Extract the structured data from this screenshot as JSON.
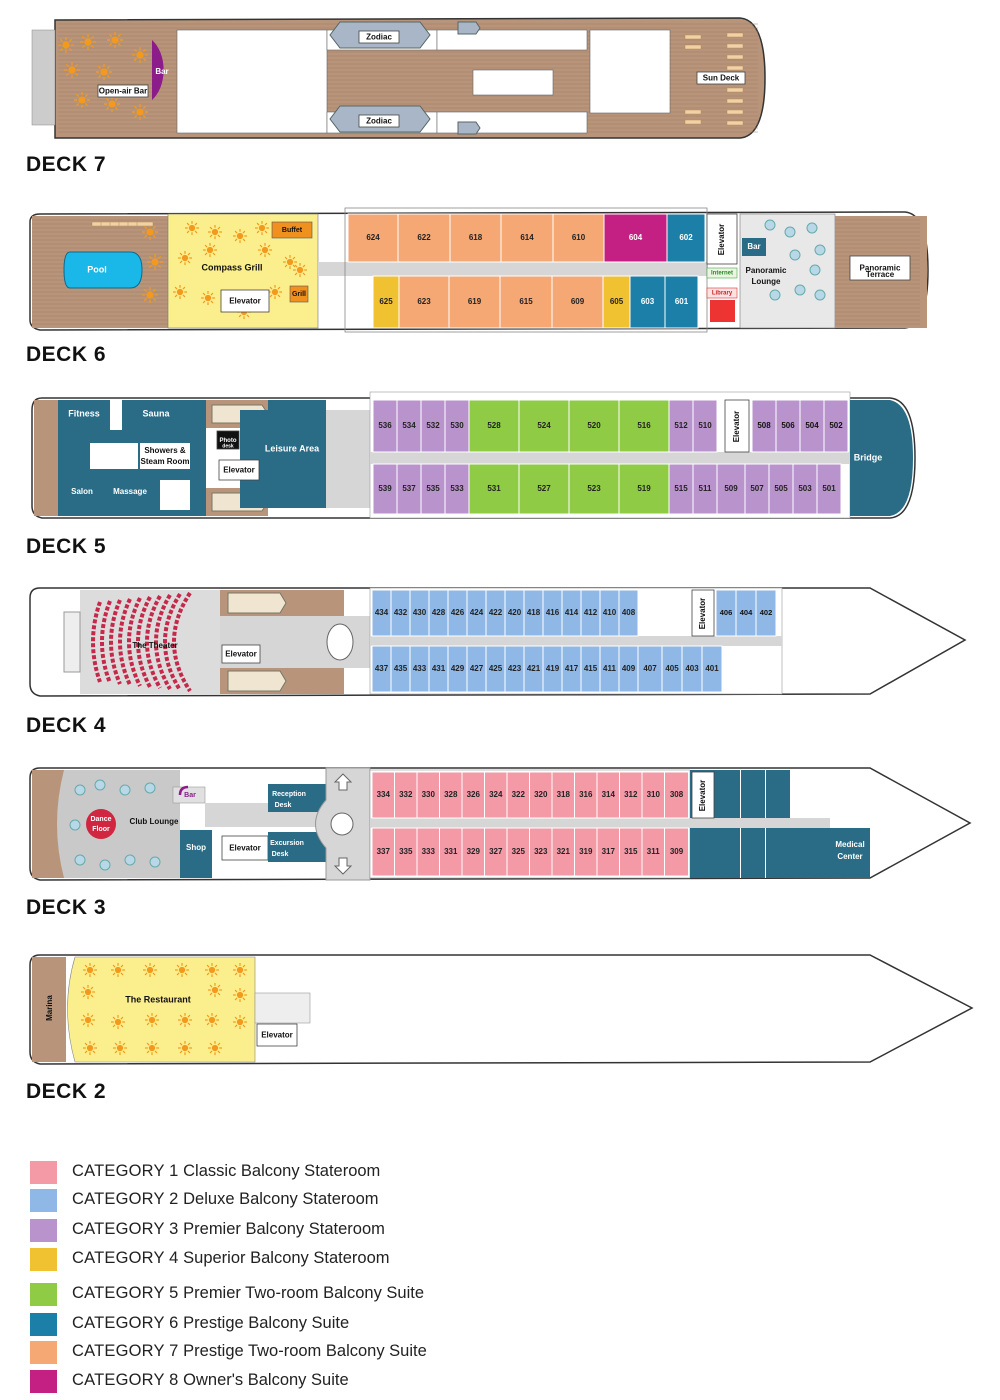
{
  "colors": {
    "cat1": "#f39aa6",
    "cat2": "#8fb8e6",
    "cat3": "#b993cc",
    "cat4": "#f0c232",
    "cat5": "#8fcb45",
    "cat6": "#1b7fa8",
    "cat7": "#f6a874",
    "cat8": "#c41f83",
    "crew": "#2a6b86",
    "wood": "#b8957a",
    "corridor": "#d6d6d6",
    "hull": "#ffffff",
    "outline": "#333333",
    "restaurant": "#fbee8c",
    "lounge": "#c9c9c9"
  },
  "decks": [
    {
      "title": "DECK 7",
      "labels": {
        "bar": "Bar",
        "open_air_bar": "Open-air Bar",
        "zodiac_top": "Zodiac",
        "zodiac_bottom": "Zodiac",
        "sun_deck": "Sun Deck"
      }
    },
    {
      "title": "DECK 6",
      "labels": {
        "pool": "Pool",
        "compass_grill": "Compass Grill",
        "buffet": "Buffet",
        "grill": "Grill",
        "elevator": "Elevator",
        "elevator_v": "Elevator",
        "bar": "Bar",
        "internet": "Internet",
        "library": "Library",
        "panoramic_lounge_1": "Panoramic",
        "panoramic_lounge_2": "Lounge",
        "panoramic_terrace_1": "Panoramic",
        "panoramic_terrace_2": "Terrace"
      },
      "top_cabins": [
        {
          "no": "624",
          "cat": 7
        },
        {
          "no": "622",
          "cat": 7
        },
        {
          "no": "618",
          "cat": 7
        },
        {
          "no": "614",
          "cat": 7
        },
        {
          "no": "610",
          "cat": 7
        },
        {
          "no": "604",
          "cat": 8
        },
        {
          "no": "602",
          "cat": 6
        }
      ],
      "bottom_cabins": [
        {
          "no": "625",
          "cat": 4
        },
        {
          "no": "623",
          "cat": 7
        },
        {
          "no": "619",
          "cat": 7
        },
        {
          "no": "615",
          "cat": 7
        },
        {
          "no": "609",
          "cat": 7
        },
        {
          "no": "605",
          "cat": 4
        },
        {
          "no": "603",
          "cat": 6
        },
        {
          "no": "601",
          "cat": 6
        }
      ]
    },
    {
      "title": "DECK 5",
      "labels": {
        "fitness": "Fitness",
        "sauna": "Sauna",
        "showers_1": "Showers &",
        "showers_2": "Steam Room",
        "salon": "Salon",
        "massage": "Massage",
        "photo_1": "Photo",
        "photo_2": "desk",
        "elevator": "Elevator",
        "leisure": "Leisure Area",
        "elevator_v": "Elevator",
        "bridge": "Bridge"
      },
      "top_cabins": [
        {
          "no": "536",
          "cat": 3
        },
        {
          "no": "534",
          "cat": 3
        },
        {
          "no": "532",
          "cat": 3
        },
        {
          "no": "530",
          "cat": 3
        },
        {
          "no": "528",
          "cat": 5
        },
        {
          "no": "524",
          "cat": 5
        },
        {
          "no": "520",
          "cat": 5
        },
        {
          "no": "516",
          "cat": 5
        },
        {
          "no": "512",
          "cat": 3
        },
        {
          "no": "510",
          "cat": 3
        },
        {
          "no": "508",
          "cat": 3
        },
        {
          "no": "506",
          "cat": 3
        },
        {
          "no": "504",
          "cat": 3
        },
        {
          "no": "502",
          "cat": 3
        }
      ],
      "bottom_cabins": [
        {
          "no": "539",
          "cat": 3
        },
        {
          "no": "537",
          "cat": 3
        },
        {
          "no": "535",
          "cat": 3
        },
        {
          "no": "533",
          "cat": 3
        },
        {
          "no": "531",
          "cat": 5
        },
        {
          "no": "527",
          "cat": 5
        },
        {
          "no": "523",
          "cat": 5
        },
        {
          "no": "519",
          "cat": 5
        },
        {
          "no": "515",
          "cat": 3
        },
        {
          "no": "511",
          "cat": 3
        },
        {
          "no": "509",
          "cat": 3
        },
        {
          "no": "507",
          "cat": 3
        },
        {
          "no": "505",
          "cat": 3
        },
        {
          "no": "503",
          "cat": 3
        },
        {
          "no": "501",
          "cat": 3
        }
      ]
    },
    {
      "title": "DECK 4",
      "labels": {
        "theater": "The Theater",
        "elevator": "Elevator",
        "elevator_v": "Elevator"
      },
      "top_cabins": [
        {
          "no": "434",
          "cat": 2
        },
        {
          "no": "432",
          "cat": 2
        },
        {
          "no": "430",
          "cat": 2
        },
        {
          "no": "428",
          "cat": 2
        },
        {
          "no": "426",
          "cat": 2
        },
        {
          "no": "424",
          "cat": 2
        },
        {
          "no": "422",
          "cat": 2
        },
        {
          "no": "420",
          "cat": 2
        },
        {
          "no": "418",
          "cat": 2
        },
        {
          "no": "416",
          "cat": 2
        },
        {
          "no": "414",
          "cat": 2
        },
        {
          "no": "412",
          "cat": 2
        },
        {
          "no": "410",
          "cat": 2
        },
        {
          "no": "408",
          "cat": 2
        },
        {
          "no": "406",
          "cat": 2
        },
        {
          "no": "404",
          "cat": 2
        },
        {
          "no": "402",
          "cat": 2
        }
      ],
      "bottom_cabins": [
        {
          "no": "437",
          "cat": 2
        },
        {
          "no": "435",
          "cat": 2
        },
        {
          "no": "433",
          "cat": 2
        },
        {
          "no": "431",
          "cat": 2
        },
        {
          "no": "429",
          "cat": 2
        },
        {
          "no": "427",
          "cat": 2
        },
        {
          "no": "425",
          "cat": 2
        },
        {
          "no": "423",
          "cat": 2
        },
        {
          "no": "421",
          "cat": 2
        },
        {
          "no": "419",
          "cat": 2
        },
        {
          "no": "417",
          "cat": 2
        },
        {
          "no": "415",
          "cat": 2
        },
        {
          "no": "411",
          "cat": 2
        },
        {
          "no": "409",
          "cat": 2
        },
        {
          "no": "407",
          "cat": 2
        },
        {
          "no": "405",
          "cat": 2
        },
        {
          "no": "403",
          "cat": 2
        },
        {
          "no": "401",
          "cat": 2
        }
      ]
    },
    {
      "title": "DECK 3",
      "labels": {
        "dance_1": "Dance",
        "dance_2": "Floor",
        "club_lounge": "Club Lounge",
        "bar": "Bar",
        "shop": "Shop",
        "elevator": "Elevator",
        "reception_1": "Reception",
        "reception_2": "Desk",
        "excursion_1": "Excursion",
        "excursion_2": "Desk",
        "elevator_v": "Elevator",
        "medical_1": "Medical",
        "medical_2": "Center"
      },
      "top_cabins": [
        {
          "no": "334",
          "cat": 1
        },
        {
          "no": "332",
          "cat": 1
        },
        {
          "no": "330",
          "cat": 1
        },
        {
          "no": "328",
          "cat": 1
        },
        {
          "no": "326",
          "cat": 1
        },
        {
          "no": "324",
          "cat": 1
        },
        {
          "no": "322",
          "cat": 1
        },
        {
          "no": "320",
          "cat": 1
        },
        {
          "no": "318",
          "cat": 1
        },
        {
          "no": "316",
          "cat": 1
        },
        {
          "no": "314",
          "cat": 1
        },
        {
          "no": "312",
          "cat": 1
        },
        {
          "no": "310",
          "cat": 1
        },
        {
          "no": "308",
          "cat": 1
        }
      ],
      "bottom_cabins": [
        {
          "no": "337",
          "cat": 1
        },
        {
          "no": "335",
          "cat": 1
        },
        {
          "no": "333",
          "cat": 1
        },
        {
          "no": "331",
          "cat": 1
        },
        {
          "no": "329",
          "cat": 1
        },
        {
          "no": "327",
          "cat": 1
        },
        {
          "no": "325",
          "cat": 1
        },
        {
          "no": "323",
          "cat": 1
        },
        {
          "no": "321",
          "cat": 1
        },
        {
          "no": "319",
          "cat": 1
        },
        {
          "no": "317",
          "cat": 1
        },
        {
          "no": "315",
          "cat": 1
        },
        {
          "no": "311",
          "cat": 1
        },
        {
          "no": "309",
          "cat": 1
        }
      ]
    },
    {
      "title": "DECK 2",
      "labels": {
        "marina": "Marina",
        "restaurant": "The Restaurant",
        "elevator": "Elevator"
      }
    }
  ],
  "legend": [
    {
      "category": "CATEGORY 1",
      "description": "Classic Balcony Stateroom",
      "color": "#f39aa6"
    },
    {
      "category": "CATEGORY 2",
      "description": "Deluxe Balcony Stateroom",
      "color": "#8fb8e6"
    },
    {
      "category": "CATEGORY 3",
      "description": "Premier Balcony Stateroom",
      "color": "#b993cc"
    },
    {
      "category": "CATEGORY 4",
      "description": "Superior Balcony Stateroom",
      "color": "#f0c232"
    },
    {
      "category": "CATEGORY 5",
      "description": "Premier Two-room Balcony Suite",
      "color": "#8fcb45"
    },
    {
      "category": "CATEGORY 6",
      "description": "Prestige Balcony Suite",
      "color": "#1b7fa8"
    },
    {
      "category": "CATEGORY 7",
      "description": "Prestige Two-room Balcony Suite",
      "color": "#f6a874"
    },
    {
      "category": "CATEGORY 8",
      "description": "Owner's Balcony Suite",
      "color": "#c41f83"
    }
  ]
}
